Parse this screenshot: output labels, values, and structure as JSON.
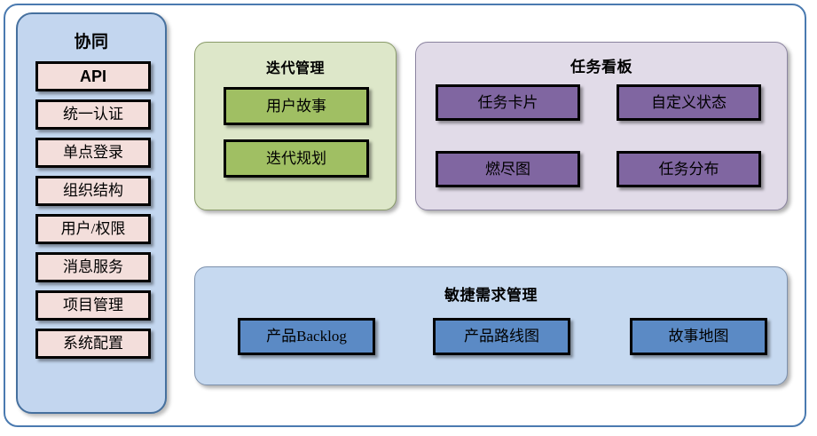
{
  "outer_frame": {
    "border_color": "#4a7ab0"
  },
  "sidebar": {
    "title": "协同",
    "background": "#c3d6ef",
    "border_color": "#46709e",
    "chip_color": "#f3dedb",
    "items": [
      {
        "label": "API",
        "style": "bold-sans"
      },
      {
        "label": "统一认证",
        "style": "serif"
      },
      {
        "label": "单点登录",
        "style": "serif"
      },
      {
        "label": "组织结构",
        "style": "serif"
      },
      {
        "label": "用户/权限",
        "style": "serif"
      },
      {
        "label": "消息服务",
        "style": "serif"
      },
      {
        "label": "项目管理",
        "style": "serif"
      },
      {
        "label": "系统配置",
        "style": "serif"
      }
    ]
  },
  "iteration": {
    "title": "迭代管理",
    "background": "#dde7c9",
    "chip_color": "#a0bf63",
    "items": [
      {
        "label": "用户故事"
      },
      {
        "label": "迭代规划"
      }
    ]
  },
  "taskboard": {
    "title": "任务看板",
    "background": "#e1dbe8",
    "chip_color": "#8066a1",
    "items": [
      {
        "label": "任务卡片"
      },
      {
        "label": "自定义状态"
      },
      {
        "label": "燃尽图"
      },
      {
        "label": "任务分布"
      }
    ]
  },
  "agile": {
    "title": "敏捷需求管理",
    "background": "#c6d9f0",
    "chip_color": "#5b8ac5",
    "items": [
      {
        "label": "产品Backlog"
      },
      {
        "label": "产品路线图"
      },
      {
        "label": "故事地图"
      }
    ]
  }
}
